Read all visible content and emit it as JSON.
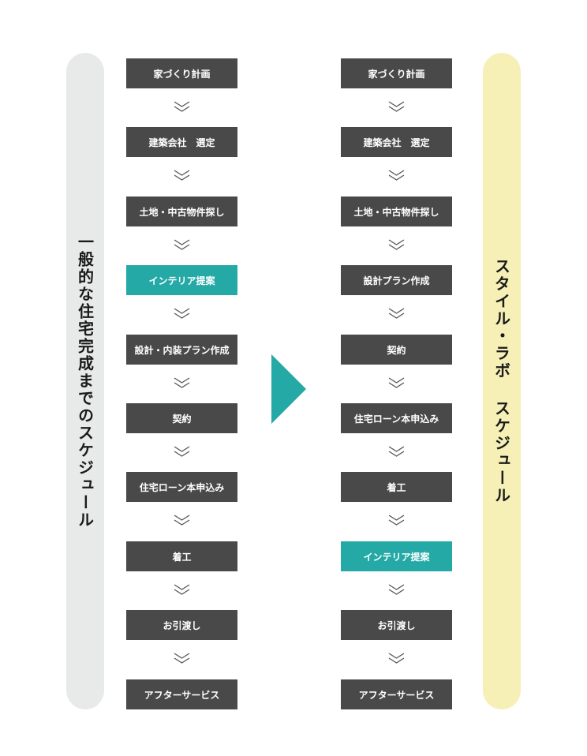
{
  "left_flow": {
    "label": "一般的な住宅完成までのスケジュール",
    "steps": [
      {
        "label": "家づくり計画",
        "highlight": false
      },
      {
        "label": "建築会社　選定",
        "highlight": false
      },
      {
        "label": "土地・中古物件探し",
        "highlight": false
      },
      {
        "label": "インテリア提案",
        "highlight": true
      },
      {
        "label": "設計・内装プラン作成",
        "highlight": false
      },
      {
        "label": "契約",
        "highlight": false
      },
      {
        "label": "住宅ローン本申込み",
        "highlight": false
      },
      {
        "label": "着工",
        "highlight": false
      },
      {
        "label": "お引渡し",
        "highlight": false
      },
      {
        "label": "アフターサービス",
        "highlight": false
      }
    ]
  },
  "right_flow": {
    "label": "スタイル・ラボ スケジュール",
    "steps": [
      {
        "label": "家づくり計画",
        "highlight": false
      },
      {
        "label": "建築会社　選定",
        "highlight": false
      },
      {
        "label": "土地・中古物件探し",
        "highlight": false
      },
      {
        "label": "設計プラン作成",
        "highlight": false
      },
      {
        "label": "契約",
        "highlight": false
      },
      {
        "label": "住宅ローン本申込み",
        "highlight": false
      },
      {
        "label": "着工",
        "highlight": false
      },
      {
        "label": "インテリア提案",
        "highlight": true
      },
      {
        "label": "お引渡し",
        "highlight": false
      },
      {
        "label": "アフターサービス",
        "highlight": false
      }
    ]
  },
  "colors": {
    "step": "#4a4949",
    "highlight": "#25a9a6",
    "left_pill": "#e8e9e9",
    "right_pill": "#f6f0b7",
    "chevron": "#555555",
    "arrow": "#25a9a6"
  },
  "icons": {
    "chevron": "double-chevron-down-icon",
    "arrow": "triangle-right-icon"
  }
}
